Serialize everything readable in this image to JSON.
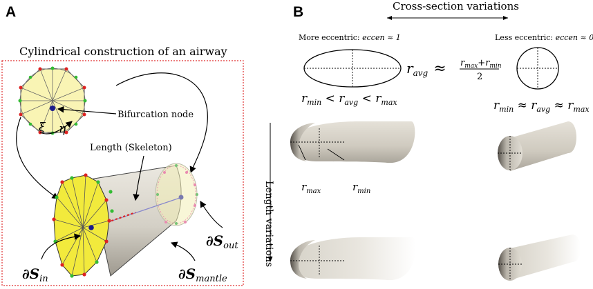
{
  "panel_a": {
    "letter": "A",
    "title": "Cylindrical construction of an airway",
    "labels": {
      "bifurcation_node": "Bifurcation node",
      "xi": "ξ",
      "eta": "η",
      "length_skeleton": "Length (Skeleton)",
      "s_out_base": "∂S",
      "s_out_sub": "out",
      "s_in_base": "∂S",
      "s_in_sub": "in",
      "s_mantle_base": "∂S",
      "s_mantle_sub": "mantle"
    },
    "colors": {
      "face": "#f7f2a0",
      "node_red": "#dd2222",
      "node_green": "#33bb33",
      "center": "#1a1a8c",
      "box": "#e03030"
    }
  },
  "panel_b": {
    "letter": "B",
    "cross_section_header": "Cross-section variations",
    "length_header": "Length variations",
    "more_eccentric": "More eccentric: ",
    "more_eccentric_math": "eccen ≈ 1",
    "less_eccentric": "Less eccentric: ",
    "less_eccentric_math": "eccen ≈ 0",
    "r_avg_formula_lhs": "r",
    "r_avg_formula_lhs_sub": "avg",
    "approx": "≈",
    "formula_numerator": "r",
    "formula_num_sub_max": "max",
    "formula_plus": "+r",
    "formula_num_sub_min": "min",
    "formula_denominator": "2",
    "ineq_left": "r",
    "ineq_left_sub1": "min",
    "ineq_lt": " < r",
    "ineq_left_sub2": "avg",
    "ineq_lt2": " < r",
    "ineq_left_sub3": "max",
    "ineq_right_r1": "r",
    "ineq_right_sub1": "min",
    "ineq_right_ap": " ≈ r",
    "ineq_right_sub2": "avg",
    "ineq_right_ap2": " ≈ r",
    "ineq_right_sub3": "max",
    "rmax_label": "r",
    "rmax_sub": "max",
    "rmin_label": "r",
    "rmin_sub": "min",
    "colors": {
      "tube": "#d9d5cb",
      "tube_dark": "#8f8a80"
    }
  }
}
